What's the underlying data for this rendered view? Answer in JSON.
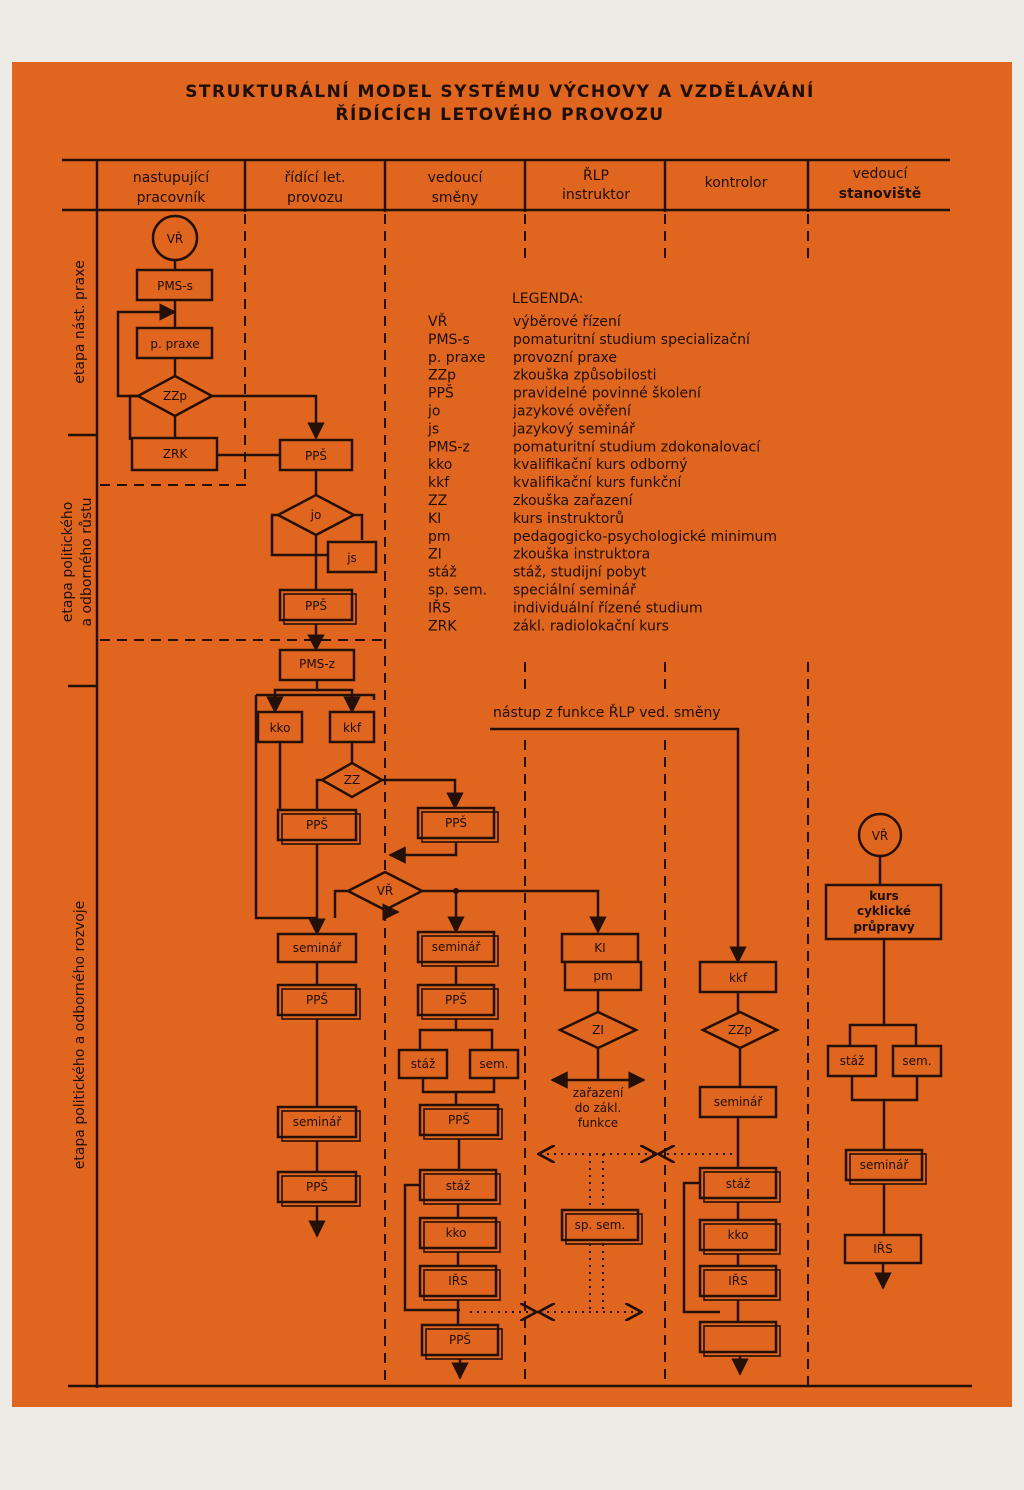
{
  "title": {
    "line1": "STRUKTURÁLNÍ MODEL SYSTÉMU VÝCHOVY A VZDĚLÁVÁNÍ",
    "line2": "ŘÍDÍCÍCH LETOVÉHO PROVOZU"
  },
  "columns": [
    {
      "l1": "nastupující",
      "l2": "pracovník"
    },
    {
      "l1": "řídící let.",
      "l2": "provozu"
    },
    {
      "l1": "vedoucí",
      "l2": "směny"
    },
    {
      "l1": "ŘLP",
      "l2": "instruktor"
    },
    {
      "l1": "kontrolor",
      "l2": ""
    },
    {
      "l1": "vedoucí",
      "l2": "stanoviště"
    }
  ],
  "stages": {
    "s1": "etapa nást. praxe",
    "s2a": "etapa politického",
    "s2b": "a odborného růstu",
    "s3": "etapa politického a odborného rozvoje"
  },
  "legend": {
    "title": "LEGENDA:",
    "items": [
      {
        "k": "VŘ",
        "v": "výběrové řízení"
      },
      {
        "k": "PMS-s",
        "v": "pomaturitní studium specializační"
      },
      {
        "k": "p. praxe",
        "v": "provozní praxe"
      },
      {
        "k": "ZZp",
        "v": "zkouška způsobilosti"
      },
      {
        "k": "PPŠ",
        "v": "pravidelné povinné školení"
      },
      {
        "k": "jo",
        "v": "jazykové ověření"
      },
      {
        "k": "js",
        "v": "jazykový seminář"
      },
      {
        "k": "PMS-z",
        "v": "pomaturitní studium zdokonalovací"
      },
      {
        "k": "kko",
        "v": "kvalifikační kurs odborný"
      },
      {
        "k": "kkf",
        "v": "kvalifikační kurs funkční"
      },
      {
        "k": "ZZ",
        "v": "zkouška zařazení"
      },
      {
        "k": "KI",
        "v": "kurs instruktorů"
      },
      {
        "k": "pm",
        "v": "pedagogicko-psychologické minimum"
      },
      {
        "k": "ZI",
        "v": "zkouška instruktora"
      },
      {
        "k": "stáž",
        "v": "stáž, studijní pobyt"
      },
      {
        "k": "sp. sem.",
        "v": "speciální seminář"
      },
      {
        "k": "IŘS",
        "v": "individuální řízené studium"
      },
      {
        "k": "ZRK",
        "v": "zákl. radiolokační kurs"
      }
    ]
  },
  "notes": {
    "transition": "nástup z funkce ŘLP ved. směny",
    "assign": [
      "zařazení",
      "do zákl.",
      "funkce"
    ]
  },
  "nodes": {
    "vr": "VŘ",
    "pmss": "PMS-s",
    "ppraxe": "p. praxe",
    "zzp": "ZZp",
    "zrk": "ZRK",
    "pps": "PPŠ",
    "jo": "jo",
    "js": "js",
    "pmsz": "PMS-z",
    "kko": "kko",
    "kkf": "kkf",
    "zz": "ZZ",
    "seminar": "seminář",
    "staz": "stáž",
    "sem": "sem.",
    "irs": "IŘS",
    "ki": "KI",
    "pm": "pm",
    "zi": "ZI",
    "spsem": "sp. sem.",
    "kurs": [
      "kurs",
      "cyklické",
      "průpravy"
    ]
  },
  "colors": {
    "sheet": "#e0651e",
    "ink": "#241006",
    "margin": "#ecebe6"
  }
}
